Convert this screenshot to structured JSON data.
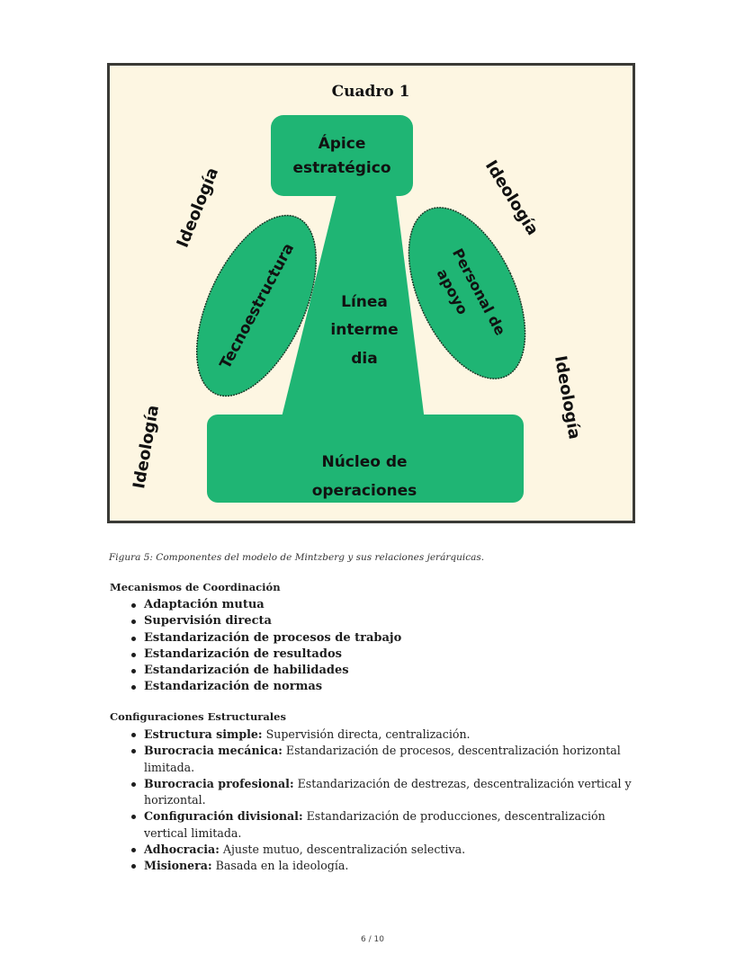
{
  "figure": {
    "title": "Cuadro 1",
    "colors": {
      "green": "#1fb574",
      "background": "#fdf6e2",
      "border": "#3a3a36",
      "text": "#111111"
    },
    "components": {
      "apex": [
        "Ápice",
        "estratégico"
      ],
      "middle_line": [
        "Línea",
        "interme",
        "dia"
      ],
      "operating_core": [
        "Núcleo de",
        "operaciones"
      ],
      "technostructure": "Tecnoestructura",
      "support_staff": [
        "Personal de",
        "apoyo"
      ]
    },
    "ideology_labels": [
      "Ideología",
      "Ideología",
      "Ideología",
      "Ideología"
    ]
  },
  "caption": "Figura 5: Componentes del modelo de Mintzberg y sus relaciones jerárquicas.",
  "coordination": {
    "heading": "Mecanismos de Coordinación",
    "items": [
      "Adaptación mutua",
      "Supervisión directa",
      "Estandarización de procesos de trabajo",
      "Estandarización de resultados",
      "Estandarización de habilidades",
      "Estandarización de normas"
    ]
  },
  "configurations": {
    "heading": "Configuraciones Estructurales",
    "items": [
      {
        "term": "Estructura simple:",
        "desc": " Supervisión directa, centralización."
      },
      {
        "term": "Burocracia mecánica:",
        "desc": " Estandarización de procesos, descentralización horizontal limitada."
      },
      {
        "term": "Burocracia profesional:",
        "desc": " Estandarización de destrezas, descentralización vertical y horizontal."
      },
      {
        "term": "Configuración divisional:",
        "desc": " Estandarización de producciones, descentralización vertical limitada."
      },
      {
        "term": "Adhocracia:",
        "desc": " Ajuste mutuo, descentralización selectiva."
      },
      {
        "term": "Misionera:",
        "desc": " Basada en la ideología."
      }
    ]
  },
  "page": {
    "number": "6 / 10"
  }
}
